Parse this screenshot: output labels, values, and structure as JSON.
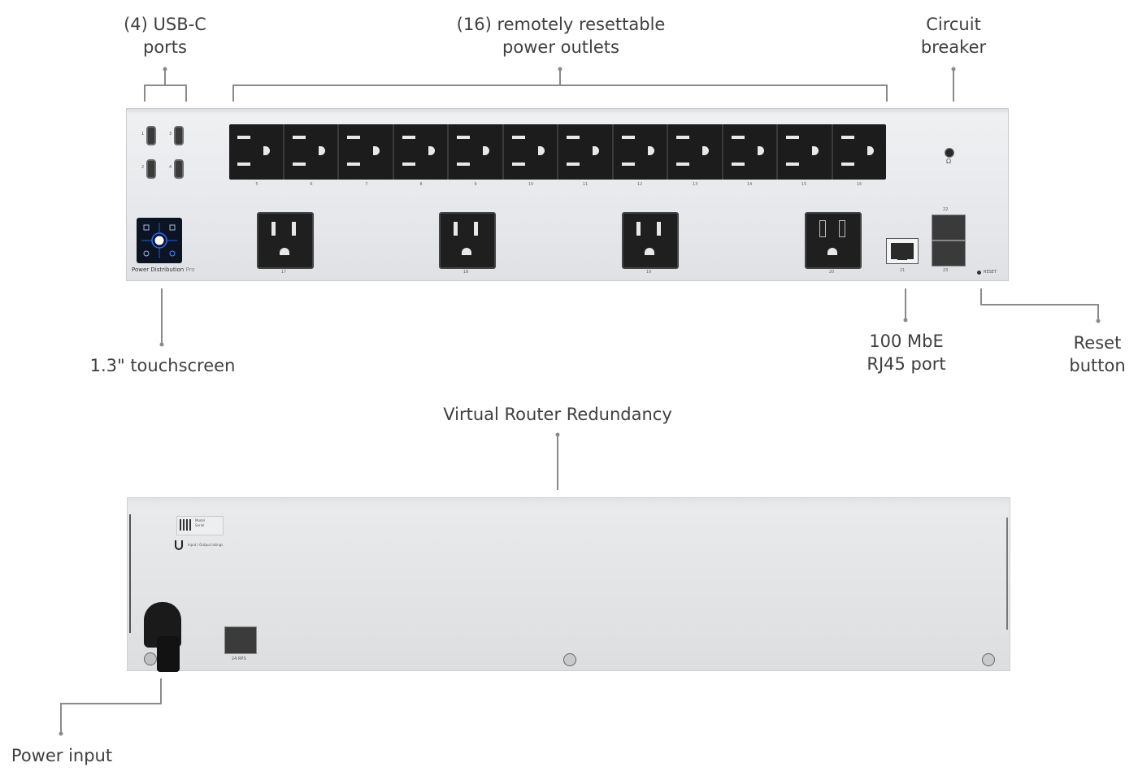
{
  "callouts": {
    "usbc": "(4) USB-C\nports",
    "outlets": "(16) remotely resettable\npower outlets",
    "breaker": "Circuit\nbreaker",
    "touchscreen": "1.3\" touchscreen",
    "rj45": "100 MbE\nRJ45 port",
    "reset": "Reset\nbutton",
    "vrr": "Virtual Router Redundancy",
    "power": "Power input"
  },
  "device": {
    "brand_label": "Power Distribution",
    "brand_suffix": "Pro",
    "reset_label": "RESET",
    "breaker_symbol": "Ω",
    "usb_numbers": [
      "1",
      "3",
      "2",
      "4"
    ],
    "strip_outlet_numbers": [
      "5",
      "6",
      "7",
      "8",
      "9",
      "10",
      "11",
      "12",
      "13",
      "14",
      "15",
      "16"
    ],
    "big_outlet_numbers": [
      "17",
      "18",
      "19",
      "20"
    ],
    "rj45_number": "21",
    "sfp_top_label": "22",
    "sfp_bottom_label": "23",
    "back_sfp_label": "24 RPS",
    "back_label_lines": [
      "Model",
      "Serial",
      "Input / Output ratings"
    ]
  },
  "colors": {
    "panel": "#e6e8eb",
    "outlet": "#1c1c1c",
    "screen": "#0c1424",
    "leader": "#8a8a8a"
  }
}
